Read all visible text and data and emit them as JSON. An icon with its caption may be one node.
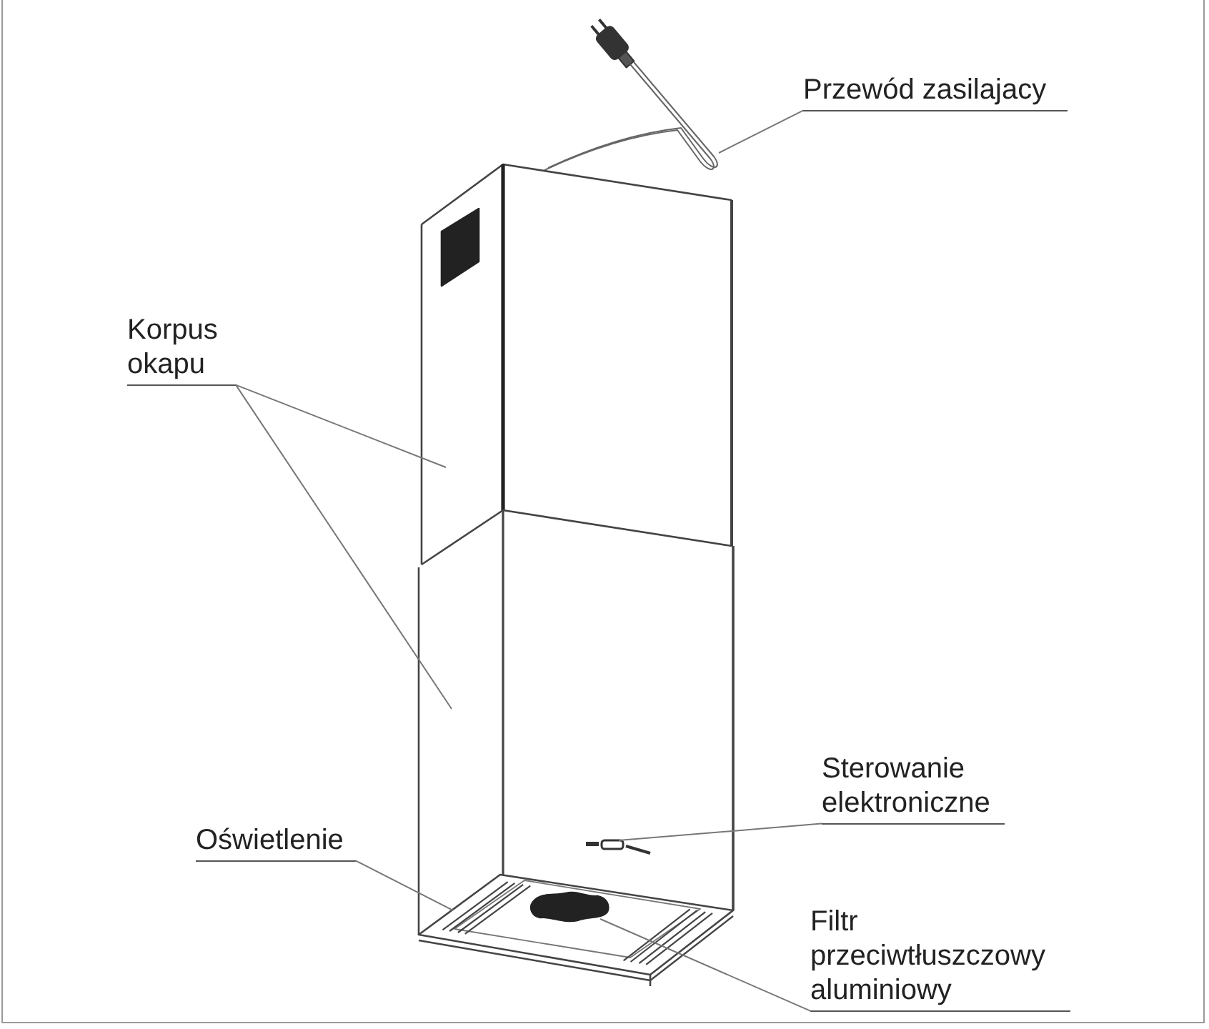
{
  "diagram": {
    "nodes": [
      {
        "text": [
          "Przewód zasilajacy"
        ]
      },
      {
        "text": [
          "Korpus okapu"
        ]
      },
      {
        "text": [
          "Sterowanie elektroniczne"
        ]
      },
      {
        "text": [
          "Oświetlenie"
        ]
      },
      {
        "text": [
          "Filtr przeciwtłuszczowy aluminiowy"
        ]
      }
    ],
    "edges": [
      {
        "from": 0,
        "to": null,
        "arrow": "none"
      },
      {
        "from": 1,
        "to": null,
        "arrow": "none"
      },
      {
        "from": 1,
        "to": null,
        "arrow": "none"
      },
      {
        "from": 2,
        "to": null,
        "arrow": "none"
      },
      {
        "from": 3,
        "to": null,
        "arrow": "none"
      },
      {
        "from": 4,
        "to": null,
        "arrow": "none"
      }
    ]
  }
}
